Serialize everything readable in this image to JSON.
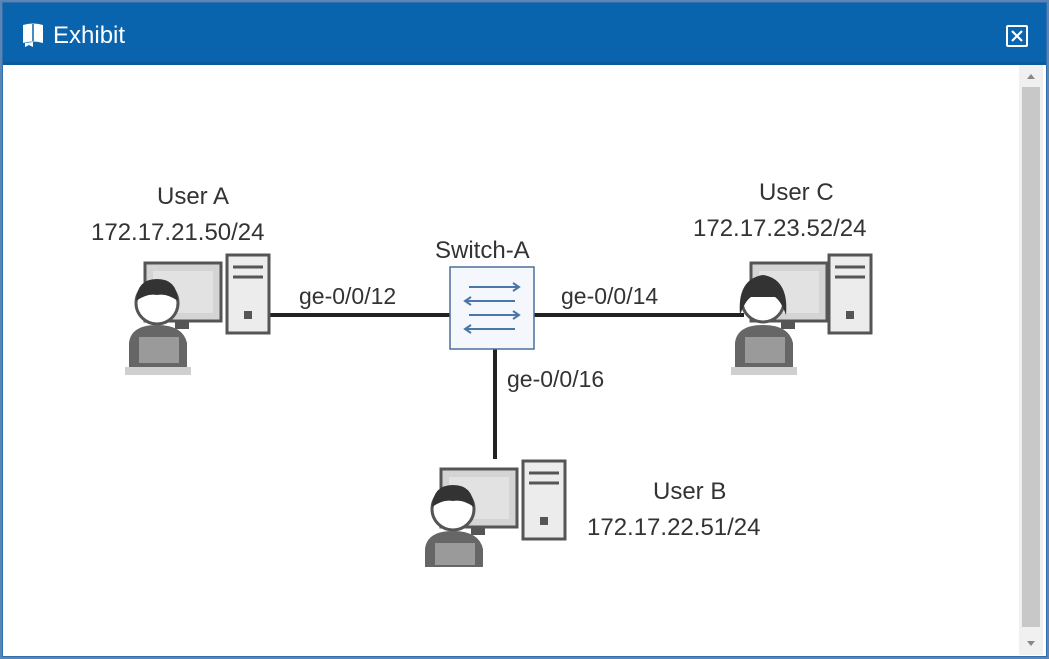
{
  "window": {
    "title": "Exhibit",
    "title_icon": "book-icon",
    "close_icon": "close-icon"
  },
  "colors": {
    "titlebar": "#0a63ad",
    "link": "#222222",
    "device_outline": "#555555",
    "switch_border": "#4b6f9c",
    "switch_arrow": "#4b77a8"
  },
  "diagram": {
    "switch": {
      "name": "Switch-A"
    },
    "users": [
      {
        "name": "User A",
        "ip": "172.17.21.50/24",
        "port": "ge-0/0/12"
      },
      {
        "name": "User C",
        "ip": "172.17.23.52/24",
        "port": "ge-0/0/14"
      },
      {
        "name": "User B",
        "ip": "172.17.22.51/24",
        "port": "ge-0/0/16"
      }
    ]
  }
}
